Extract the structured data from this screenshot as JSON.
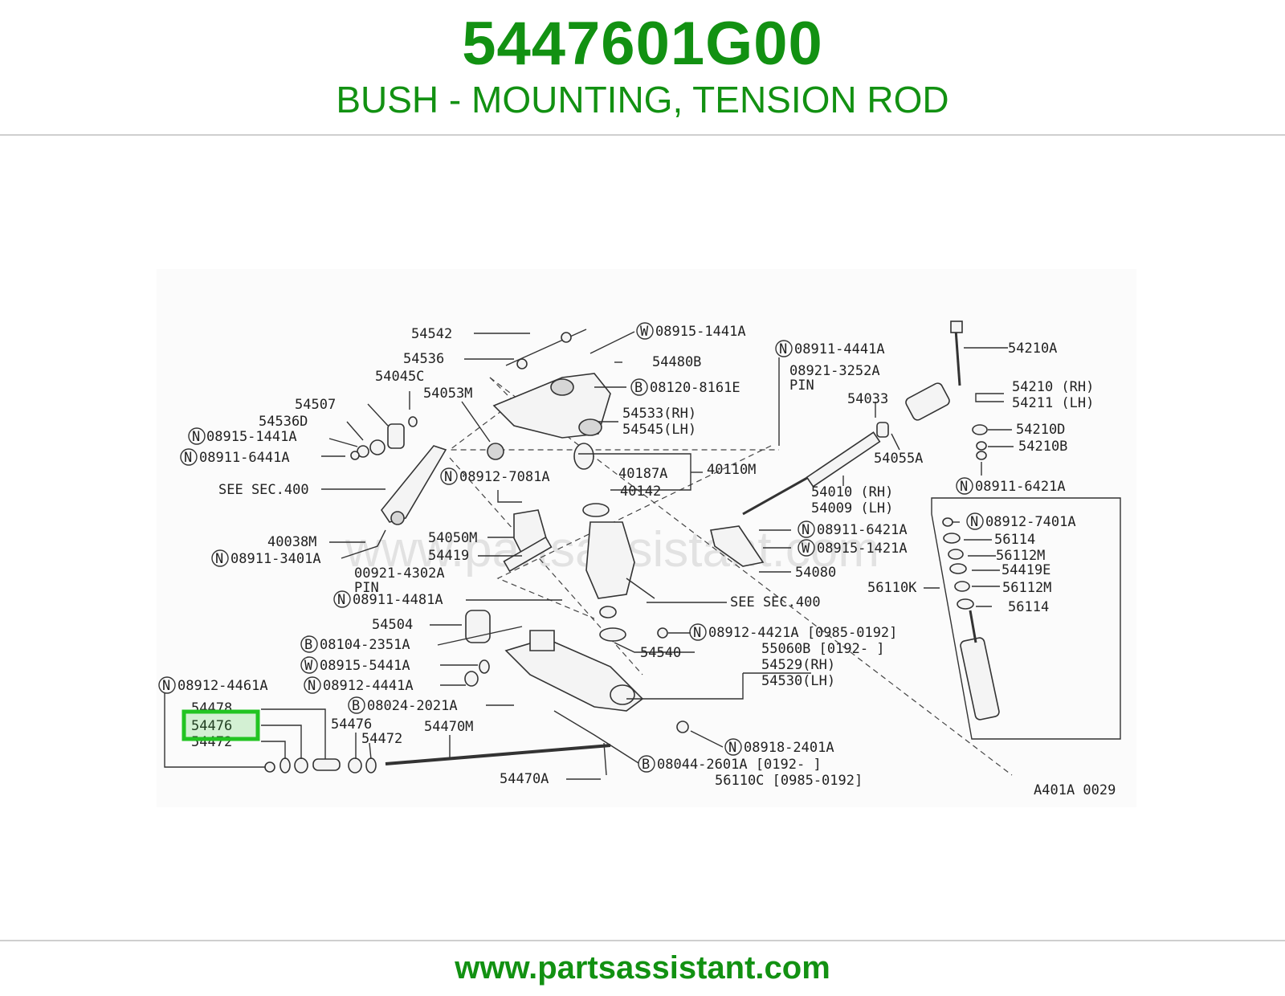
{
  "header": {
    "part_number": "5447601G00",
    "description": "BUSH - MOUNTING, TENSION ROD"
  },
  "footer": {
    "url": "www.partsassistant.com"
  },
  "diagram": {
    "watermark": "www.partsassistant.com",
    "ref_code": "A401A 0029",
    "highlighted_label": "54476",
    "colors": {
      "brand_green": "#129112",
      "highlight": "#22c422"
    },
    "labels": [
      "54542",
      "54536",
      "54045C",
      "54507",
      "54536D",
      "08915-1441A",
      "08911-6441A",
      "SEE SEC.400",
      "54053M",
      "08915-1441A",
      "54480B",
      "08120-8161E",
      "54533(RH)",
      "54545(LH)",
      "40187A",
      "40142",
      "40110M",
      "08911-4441A",
      "08921-3252A",
      "PIN",
      "54033",
      "54055A",
      "54210A",
      "54210 (RH)",
      "54211 (LH)",
      "54210D",
      "54210B",
      "08911-6421A",
      "08912-7081A",
      "54010 (RH)",
      "54009 (LH)",
      "08911-6421A",
      "08915-1421A",
      "54080",
      "08912-7401A",
      "56114",
      "56112M",
      "54419E",
      "56110K",
      "56112M",
      "56114",
      "40038M",
      "08911-3401A",
      "54050M",
      "54419",
      "00921-4302A",
      "PIN",
      "08911-4481A",
      "SEE SEC.400",
      "54504",
      "08104-2351A",
      "08915-5441A",
      "08912-4441A",
      "08912-4421A [0985-0192]",
      "55060B [0192-      ]",
      "54540",
      "54529(RH)",
      "54530(LH)",
      "08912-4461A",
      "08024-2021A",
      "54478",
      "54476",
      "54472",
      "54476",
      "54472",
      "54470M",
      "54470A",
      "08918-2401A",
      "08044-2601A [0192-      ]",
      "56110C [0985-0192]"
    ],
    "circled_prefixes": [
      "W",
      "N",
      "B",
      "N",
      "N",
      "N",
      "N",
      "N",
      "W",
      "N",
      "N",
      "N",
      "B",
      "W",
      "N",
      "N",
      "N",
      "B",
      "N",
      "B"
    ]
  }
}
